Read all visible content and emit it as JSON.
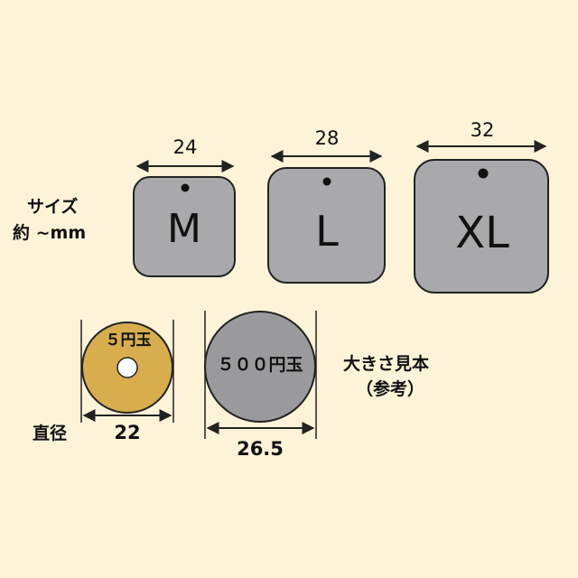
{
  "labels": {
    "size_line1": "サイズ",
    "size_line2": "約 ~mm",
    "diameter": "直径",
    "sample_line1": "大きさ見本",
    "sample_line2": "（参考）"
  },
  "tags": [
    {
      "letter": "M",
      "width": "24"
    },
    {
      "letter": "L",
      "width": "28"
    },
    {
      "letter": "XL",
      "width": "32"
    }
  ],
  "coins": [
    {
      "name": "５円玉",
      "diameter": "22"
    },
    {
      "name": "５００円玉",
      "diameter": "26.5"
    }
  ],
  "colors": {
    "background": "#fdf3d8",
    "tag_fill": "#a9a9ab",
    "coin5_fill": "#d7ad4d",
    "coin500_fill": "#9a9a9c",
    "outline": "#222222"
  }
}
